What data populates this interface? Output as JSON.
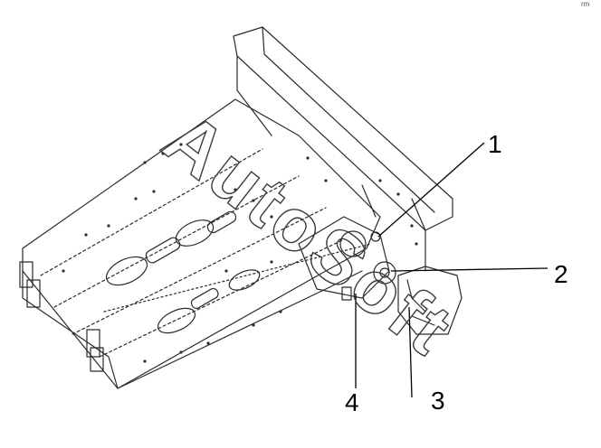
{
  "callouts": {
    "one": "1",
    "two": "2",
    "three": "3",
    "four": "4"
  },
  "corner_mark": "rm",
  "watermark_text": "AutoSoft",
  "colors": {
    "line": "#2b2b2b",
    "background": "#ffffff",
    "watermark_stroke": "#3a3a3a"
  }
}
